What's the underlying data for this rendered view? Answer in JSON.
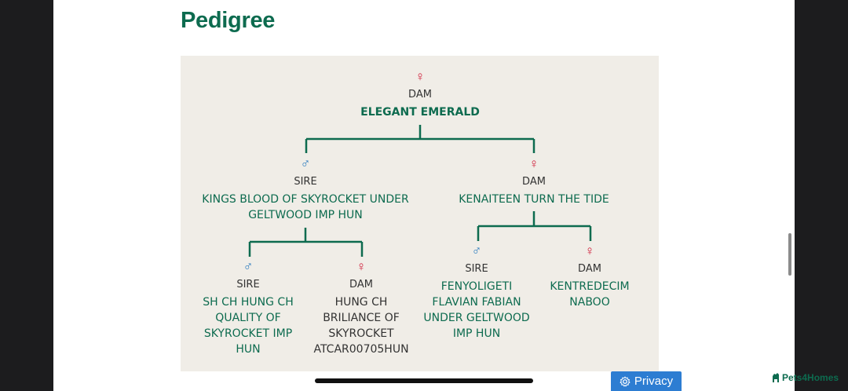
{
  "page": {
    "title": "Pedigree"
  },
  "pedigree": {
    "root": {
      "symbol": "♀",
      "role": "DAM",
      "name": "ELEGANT EMERALD"
    },
    "left": {
      "symbol": "♂",
      "role": "SIRE",
      "name_lines": [
        "KINGS BLOOD OF SKYROCKET UNDER",
        "GELTWOOD IMP HUN"
      ]
    },
    "right": {
      "symbol": "♀",
      "role": "DAM",
      "name_lines": [
        "KENAITEEN TURN THE TIDE"
      ]
    },
    "left_left": {
      "symbol": "♂",
      "role": "SIRE",
      "name_lines": [
        "SH CH HUNG CH",
        "QUALITY OF",
        "SKYROCKET IMP",
        "HUN"
      ]
    },
    "left_right": {
      "symbol": "♀",
      "role": "DAM",
      "name_lines": [
        "HUNG CH",
        "BRILIANCE OF",
        "SKYROCKET",
        "ATCAR00705HUN"
      ]
    },
    "right_left": {
      "symbol": "♂",
      "role": "SIRE",
      "name_lines": [
        "FENYOLIGETI",
        "FLAVIAN FABIAN",
        "UNDER GELTWOOD",
        "IMP HUN"
      ]
    },
    "right_right": {
      "symbol": "♀",
      "role": "DAM",
      "name_lines": [
        "KENTREDECIM",
        "NABOO"
      ]
    }
  },
  "privacy_button": {
    "label": "Privacy"
  },
  "brand": {
    "label": "Pets4Homes"
  },
  "colors": {
    "accent": "#0d6b4f",
    "female": "#d0203c",
    "male": "#2e7dbf",
    "panel": "#f0ede7",
    "privacy": "#2d7dd2"
  }
}
